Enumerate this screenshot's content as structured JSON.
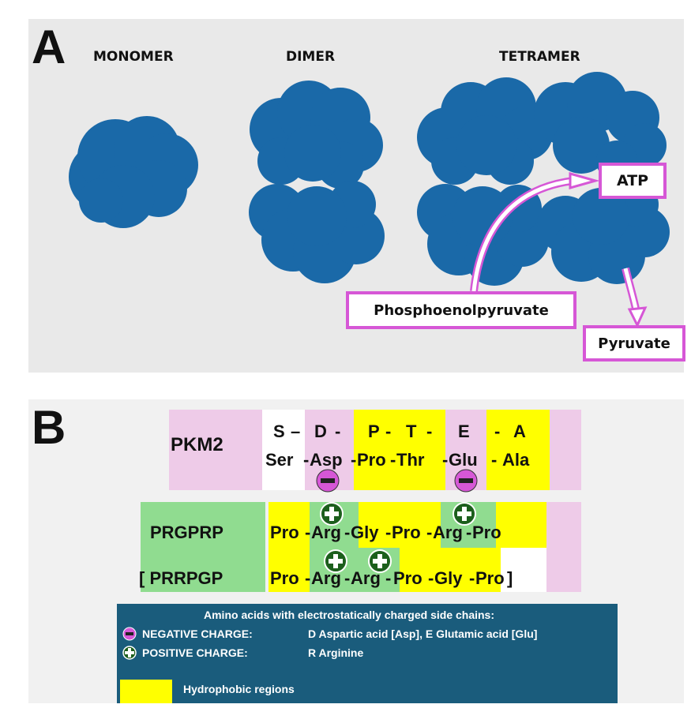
{
  "panel_a": {
    "letter": "A",
    "labels": {
      "monomer": "MONOMER",
      "dimer": "DIMER",
      "tetramer": "TETRAMER"
    },
    "boxes": {
      "atp": "ATP",
      "pep": "Phosphoenolpyruvate",
      "pyruvate": "Pyruvate"
    },
    "colors": {
      "protein": "#1a69a8",
      "arrow": "#d657d6",
      "background": "#e9e9e9"
    }
  },
  "panel_b": {
    "letter": "B",
    "pkm2": {
      "label": "PKM2",
      "letters": [
        "S",
        "–",
        "D",
        "-",
        "P",
        "-",
        "T",
        "-",
        "E",
        "-",
        "A"
      ],
      "residues": [
        "Ser",
        "-",
        "Asp",
        "-",
        "Pro",
        "-",
        "Thr",
        "-",
        "Glu",
        "-",
        "Ala"
      ]
    },
    "prgprp": {
      "label": "PRGPRP",
      "residues": [
        "Pro",
        "-",
        "Arg",
        "-",
        "Gly",
        "-",
        "Pro",
        "-",
        "Arg",
        "-",
        "Pro"
      ]
    },
    "prrpgp": {
      "label": "[ PRRPGP",
      "residues": [
        "Pro",
        "-",
        "Arg",
        "-",
        "Arg",
        "-",
        "Pro",
        "-",
        "Gly",
        "-",
        "Pro",
        "]"
      ]
    },
    "legend": {
      "title": "Amino acids with electrostatically charged side chains:",
      "negative_label": "NEGATIVE CHARGE:",
      "negative_desc": "D Aspartic acid [Asp], E Glutamic acid [Glu]",
      "positive_label": "POSITIVE CHARGE:",
      "positive_desc": "R Arginine",
      "hydrophobic_label": "Hydrophobic regions"
    },
    "colors": {
      "negative": "#d657d6",
      "positive": "#1c5f1c",
      "hydrophobic": "#ffff00",
      "pink_bg": "#eecbe8",
      "green_bg": "#90dc90",
      "legend_bg": "#1a5c7c"
    }
  }
}
